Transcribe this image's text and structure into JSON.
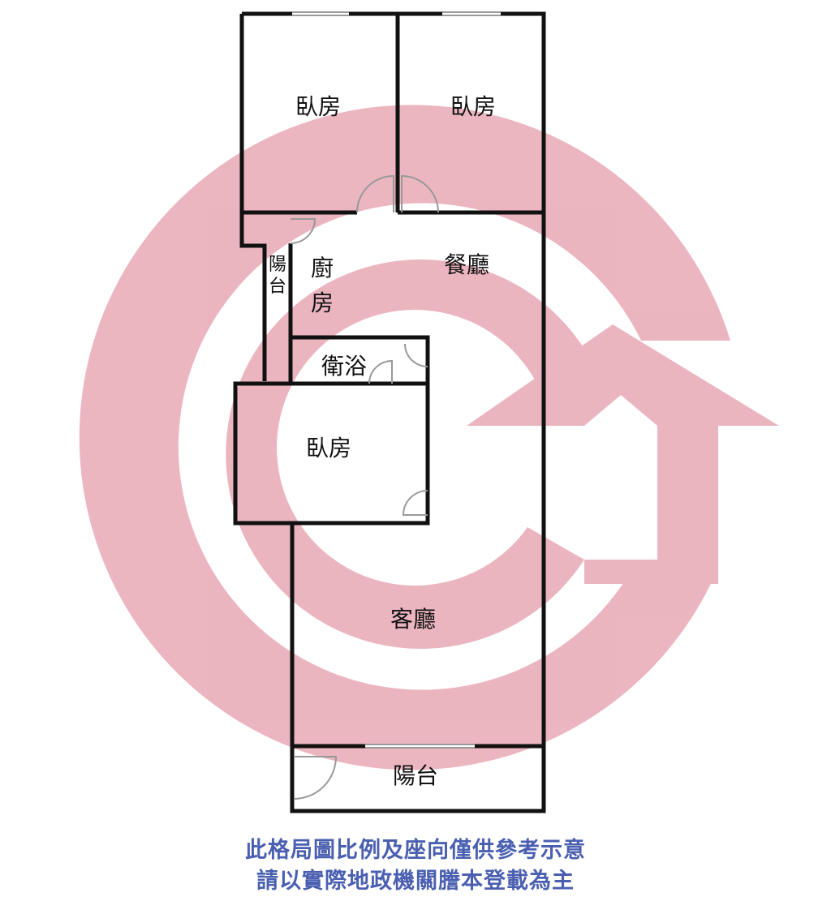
{
  "rooms": {
    "bedroom_1": "臥房",
    "bedroom_2": "臥房",
    "bedroom_3": "臥房",
    "kitchen_line1": "廚",
    "kitchen_line2": "房",
    "dining": "餐廳",
    "bathroom": "衛浴",
    "living": "客廳",
    "balcony_side_line1": "陽",
    "balcony_side_line2": "台",
    "balcony_front": "陽台"
  },
  "disclaimer": {
    "line1": "此格局圖比例及座向僅供參考示意",
    "line2": "請以實際地政機關謄本登載為主"
  },
  "colors": {
    "watermark": "#e8a9b5",
    "wall": "#111111",
    "note": "#4a5fb0"
  }
}
